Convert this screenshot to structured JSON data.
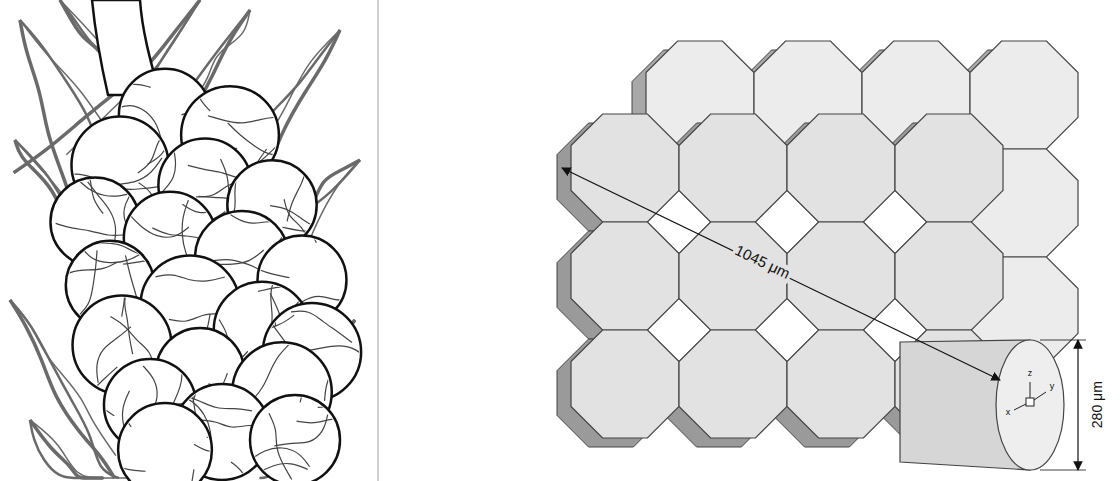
{
  "diagram": {
    "labels": [
      "1045 μm",
      "280 μm",
      "z",
      "y",
      "x"
    ]
  }
}
